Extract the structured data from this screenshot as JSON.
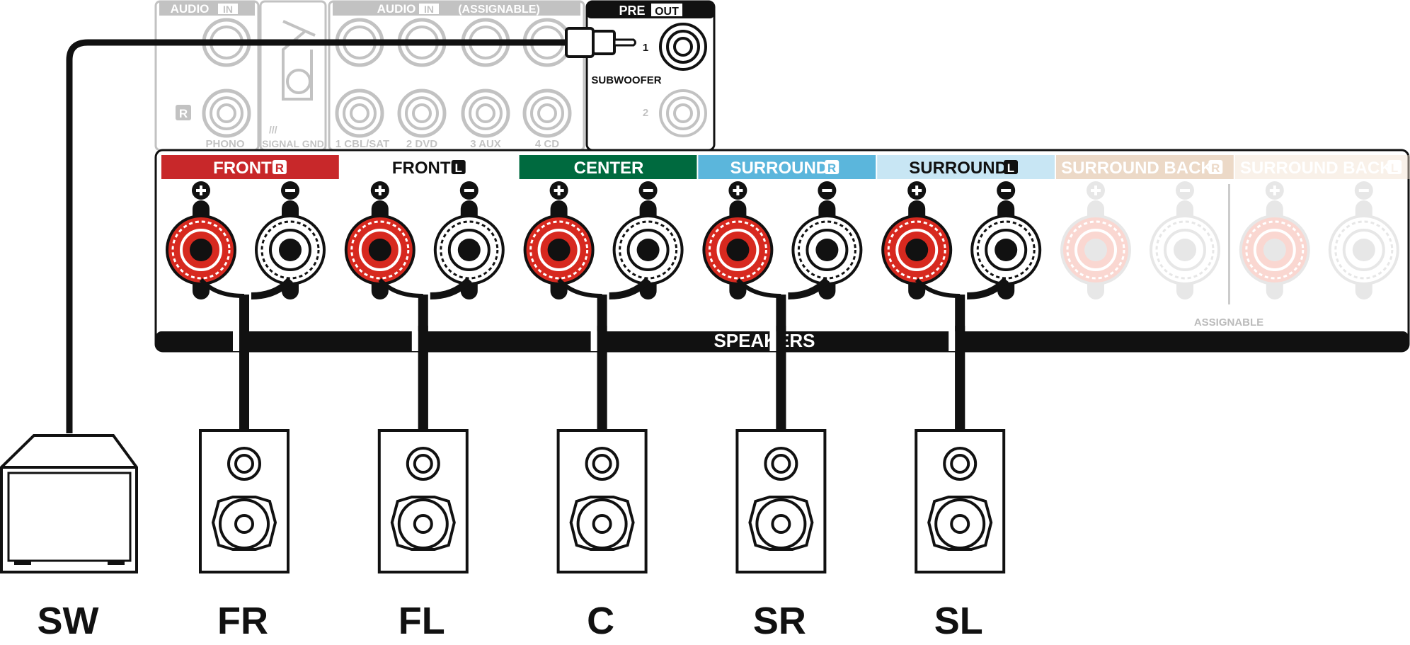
{
  "panel": {
    "audio_in_label": "AUDIO",
    "in_badge": "IN",
    "assignable_paren": "(ASSIGNABLE)",
    "r_badge": "R",
    "signal_gnd": "SIGNAL GND",
    "inputs": [
      "PHONO",
      "1 CBL/SAT",
      "2 DVD",
      "3 AUX",
      "4 CD"
    ],
    "pre_label": "PRE",
    "out_badge": "OUT",
    "sub_1": "1",
    "sub_2": "2",
    "subwoofer_label": "SUBWOOFER",
    "speakers_label": "SPEAKERS",
    "assignable_label": "ASSIGNABLE"
  },
  "terminals": [
    {
      "id": "front-r",
      "name": "FRONT",
      "badge": "R",
      "bg": "#c8282a",
      "fg": "#ffffff",
      "active": true
    },
    {
      "id": "front-l",
      "name": "FRONT",
      "badge": "L",
      "bg": "#ffffff",
      "fg": "#111111",
      "active": true
    },
    {
      "id": "center",
      "name": "CENTER",
      "badge": "",
      "bg": "#006a3f",
      "fg": "#ffffff",
      "active": true
    },
    {
      "id": "surround-r",
      "name": "SURROUND",
      "badge": "R",
      "bg": "#5bb6dc",
      "fg": "#ffffff",
      "active": true
    },
    {
      "id": "surround-l",
      "name": "SURROUND",
      "badge": "L",
      "bg": "#c8e6f4",
      "fg": "#111111",
      "active": true
    },
    {
      "id": "surround-back-r",
      "name": "SURROUND BACK",
      "badge": "R",
      "bg": "#d6ad84",
      "fg": "#ffffff",
      "active": false
    },
    {
      "id": "surround-back-l",
      "name": "SURROUND BACK",
      "badge": "L",
      "bg": "#f3e2d0",
      "fg": "#ffffff",
      "active": false
    }
  ],
  "speakers": [
    "FR",
    "FL",
    "C",
    "SR",
    "SL"
  ],
  "subwoofer": "SW",
  "colors": {
    "positive": "#d7291f",
    "outline": "#111111",
    "faded": "#cccccc",
    "faded_red": "#f5a89a"
  }
}
